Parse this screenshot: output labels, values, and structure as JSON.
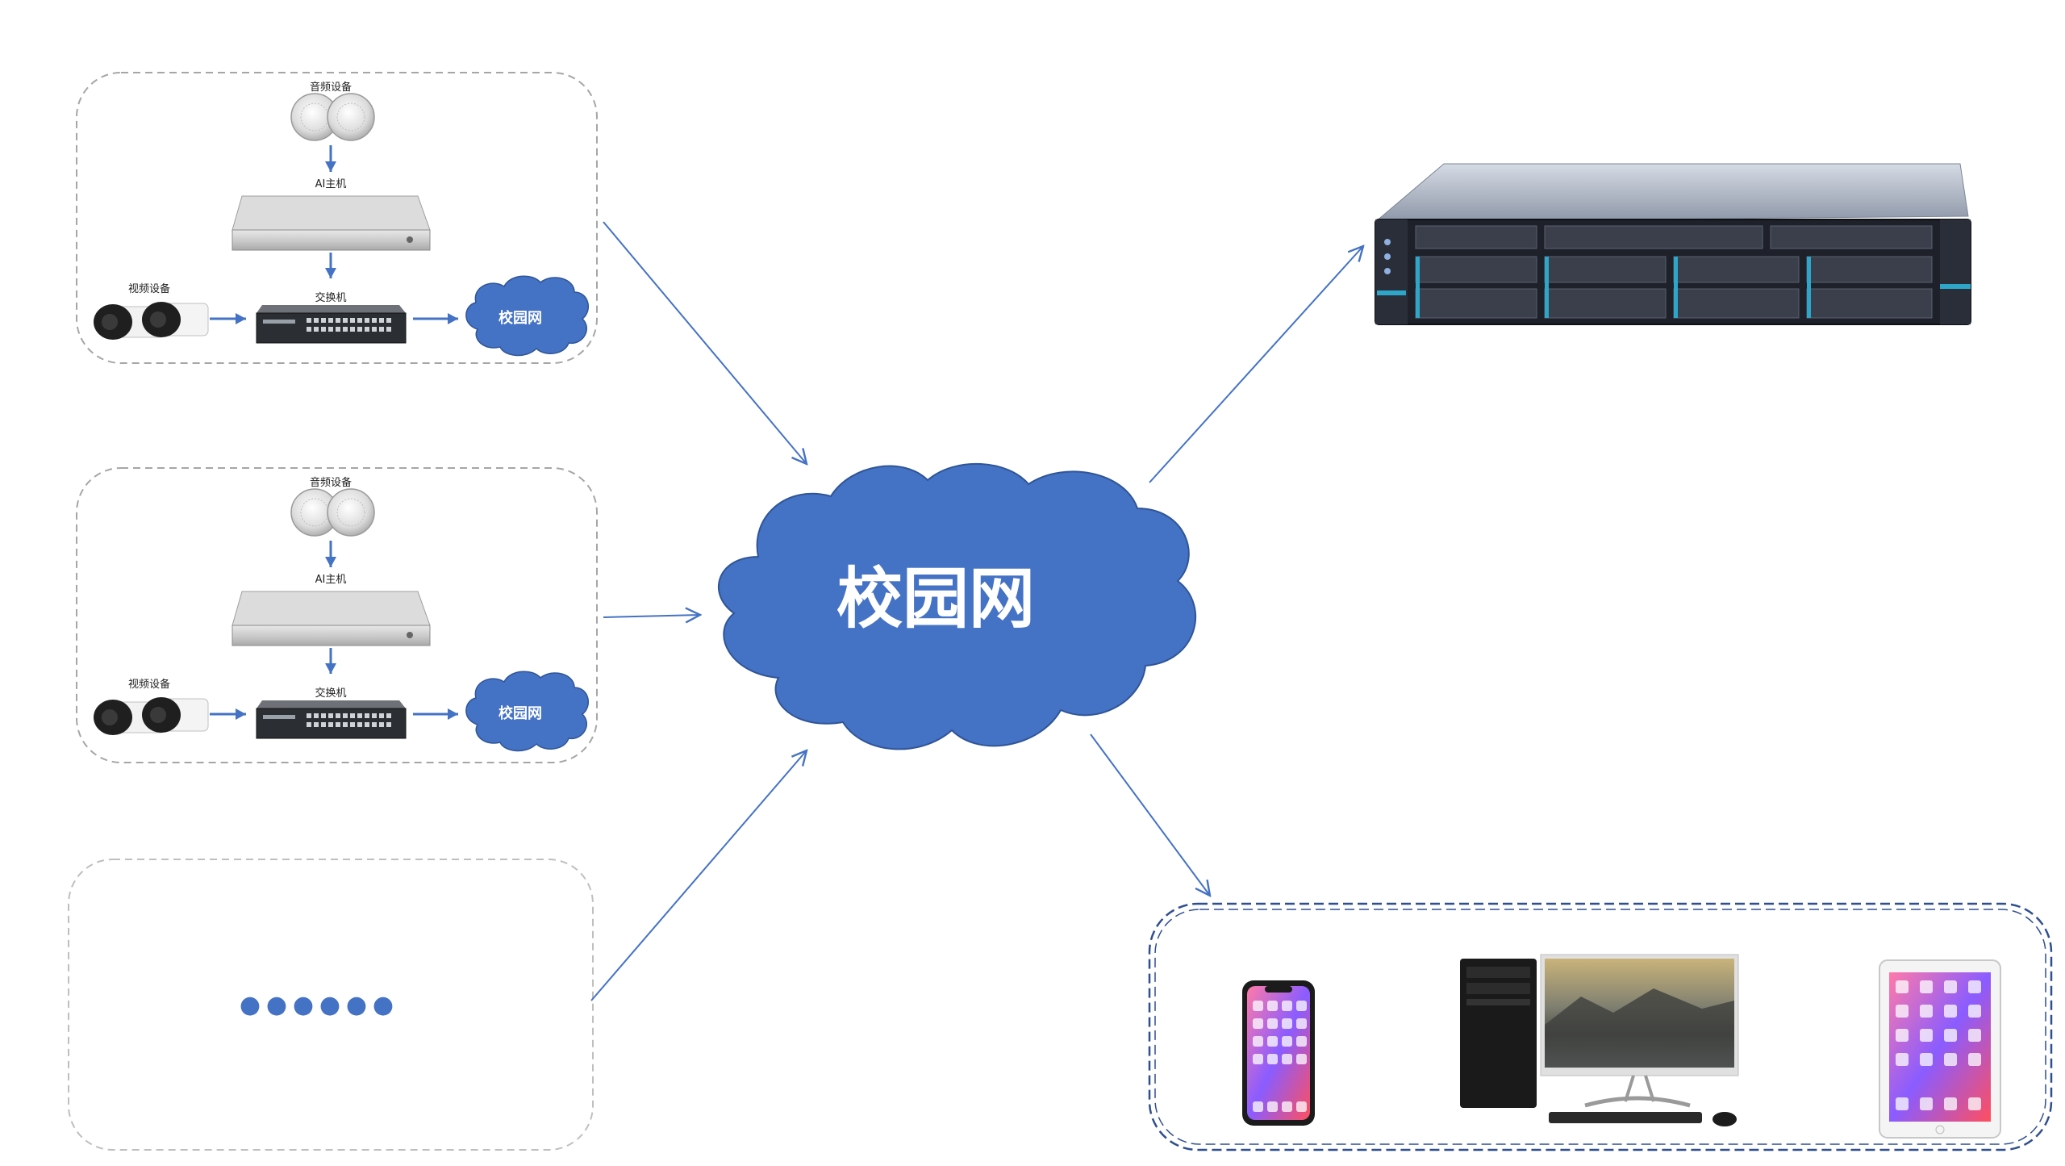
{
  "labels": {
    "audio_device": "音频设备",
    "ai_host": "AI主机",
    "switch": "交换机",
    "video_device": "视频设备",
    "campus_net_small": "校园网",
    "campus_net_main": "校园网"
  },
  "ellipsis_dots": [
    "●",
    "●",
    "●",
    "●",
    "●",
    "●"
  ],
  "colors": {
    "cloud_blue": "#4472C4",
    "cloud_stroke": "#2F5597",
    "arrow_blue": "#4472C4",
    "dashed_gray": "#A6A6A6",
    "dashed_navy": "#2F4F8F"
  },
  "icons": {
    "audio": "speaker-icon",
    "host": "ai-host-box-icon",
    "switch": "network-switch-icon",
    "camera": "camera-icon",
    "server": "rack-server-icon",
    "phone": "smartphone-icon",
    "desktop": "desktop-computer-icon",
    "tablet": "tablet-icon"
  }
}
